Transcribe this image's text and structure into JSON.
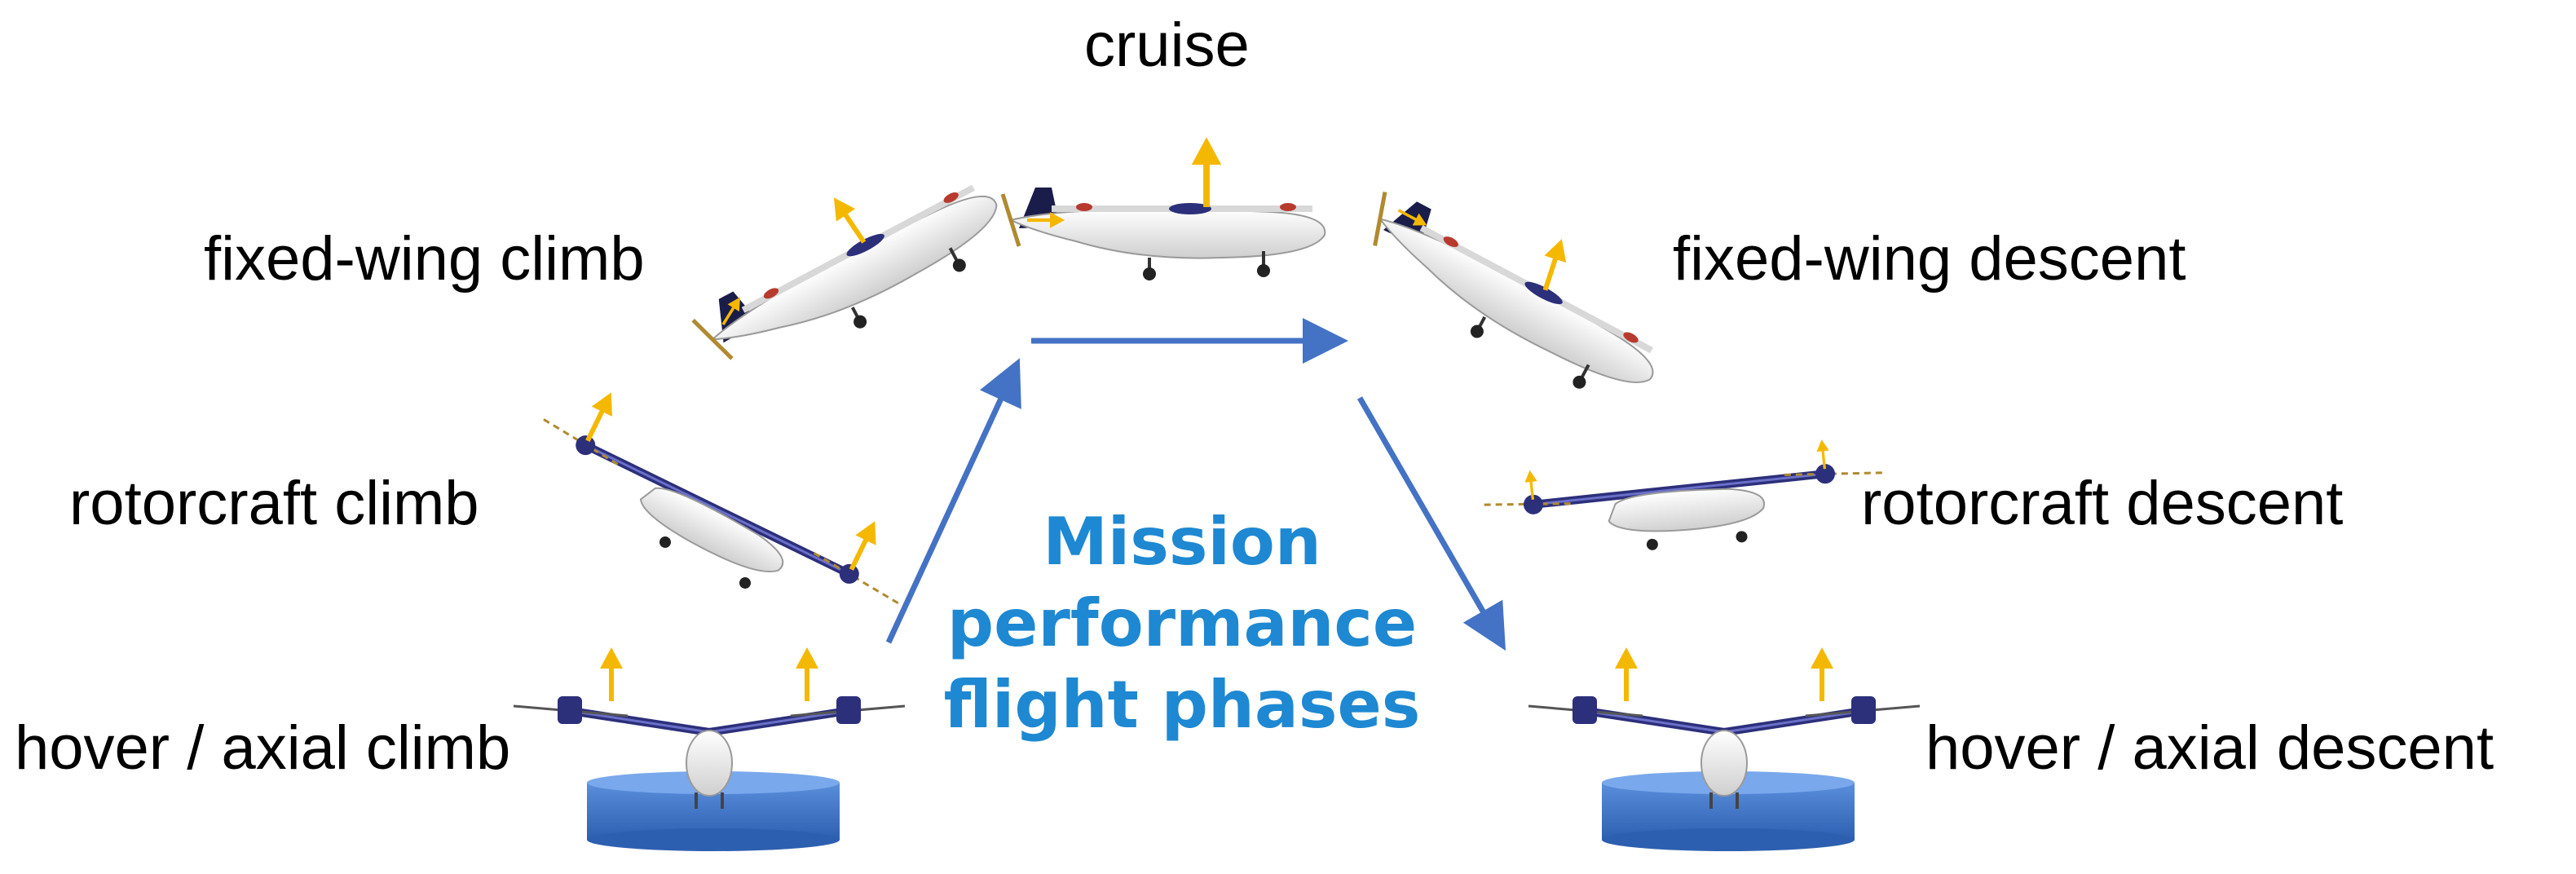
{
  "diagram": {
    "center_title": {
      "line1": "Mission",
      "line2": "performance",
      "line3": "flight phases"
    },
    "phases": {
      "hover_climb": "hover / axial climb",
      "rotorcraft_climb": "rotorcraft climb",
      "fixed_wing_climb": "fixed-wing climb",
      "cruise": "cruise",
      "fixed_wing_descent": "fixed-wing descent",
      "rotorcraft_descent": "rotorcraft descent",
      "hover_descent": "hover / axial descent"
    },
    "colors": {
      "arrow": "#4472c4",
      "thrust_vector": "#f5b800",
      "title": "#1e88d2",
      "landing_pad": "#3a6fc4",
      "aircraft_body": "#f2f2f2",
      "rotor_arm": "#2c2f7a"
    }
  }
}
